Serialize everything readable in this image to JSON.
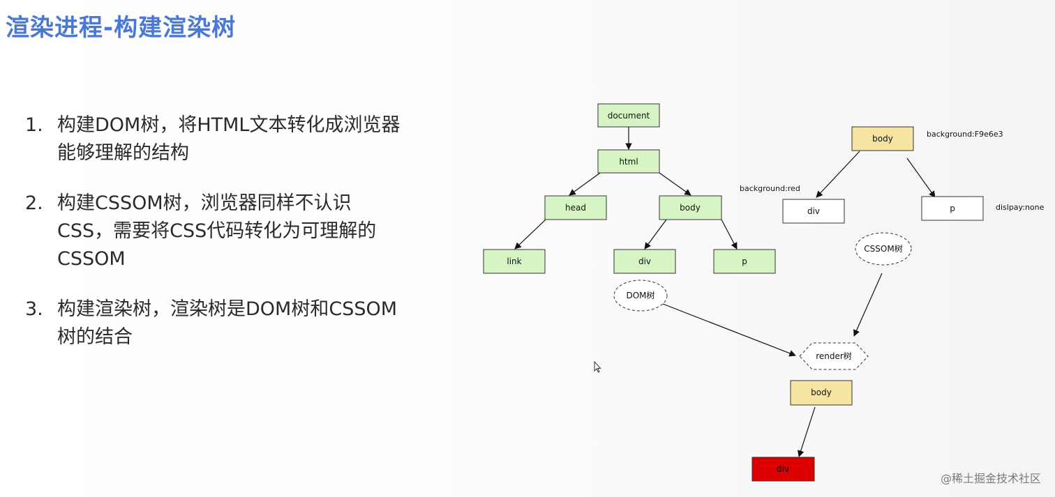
{
  "title": "渲染进程-构建渲染树",
  "steps": [
    {
      "num": "1.",
      "text": "构建DOM树，将HTML文本转化成浏览器能够理解的结构"
    },
    {
      "num": "2.",
      "text": "构建CSSOM树，浏览器同样不认识CSS，需要将CSS代码转化为可理解的CSSOM"
    },
    {
      "num": "3.",
      "text": "构建渲染树，渲染树是DOM树和CSSOM树的结合"
    }
  ],
  "diagram": {
    "dom_tree": {
      "document": "document",
      "html": "html",
      "head": "head",
      "body": "body",
      "link": "link",
      "div": "div",
      "p": "p",
      "label": "DOM树"
    },
    "cssom_tree": {
      "body": "body",
      "div": "div",
      "p": "p",
      "label": "CSSOM树",
      "body_style": "background:F9e6e3",
      "div_style": "background:red",
      "p_style": "dislpay:none"
    },
    "render_tree": {
      "label": "render树",
      "body": "body",
      "div": "div"
    },
    "colors": {
      "dom_node": "#d7f5c4",
      "body_node": "#f6e4a2",
      "render_div": "#dd0000",
      "plain_node": "#ffffff"
    }
  },
  "watermark": "@稀土掘金技术社区"
}
